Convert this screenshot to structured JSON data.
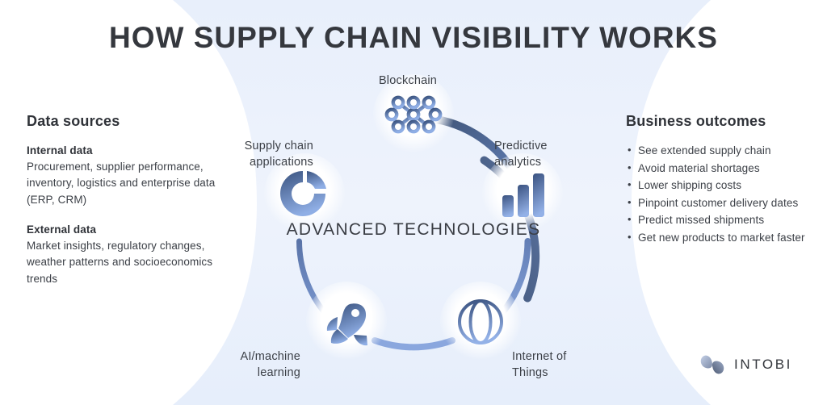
{
  "title": "HOW SUPPLY CHAIN VISIBILITY WORKS",
  "colors": {
    "background": "#ffffff",
    "panel_tint": "#eaf0fb",
    "node_bubble": "#fdfdff",
    "arc_dark": "#44597f",
    "arc_light": "#7b9ad4",
    "icon_dark": "#3c5580",
    "icon_light": "#8aa9e0",
    "text": "#3c4047",
    "heading": "#2f3238"
  },
  "left_panel": {
    "heading": "Data sources",
    "groups": [
      {
        "title": "Internal data",
        "body": "Procurement, supplier performance, inventory, logistics and enterprise data (ERP, CRM)"
      },
      {
        "title": "External data",
        "body": "Market insights, regulatory changes, weather patterns and socioeconomics trends"
      }
    ]
  },
  "right_panel": {
    "heading": "Business outcomes",
    "items": [
      "See extended supply chain",
      "Avoid material shortages",
      "Lower shipping costs",
      "Pinpoint customer delivery dates",
      "Predict missed shipments",
      "Get new products to market faster"
    ]
  },
  "diagram": {
    "center_text": "ADVANCED\nTECHNOLOGIES",
    "nodes": [
      {
        "id": "blockchain",
        "label": "Blockchain",
        "icon": "network-nodes-icon"
      },
      {
        "id": "predictive",
        "label": "Predictive\nanalytics",
        "icon": "bar-chart-icon"
      },
      {
        "id": "iot",
        "label": "Internet of\nThings",
        "icon": "globe-icon"
      },
      {
        "id": "ai",
        "label": "AI/machine\nlearning",
        "icon": "rocket-icon"
      },
      {
        "id": "supply",
        "label": "Supply chain\napplications",
        "icon": "donut-chart-icon"
      }
    ]
  },
  "logo": {
    "text": "INTOBI",
    "mark": "infinity-swirl-icon"
  }
}
